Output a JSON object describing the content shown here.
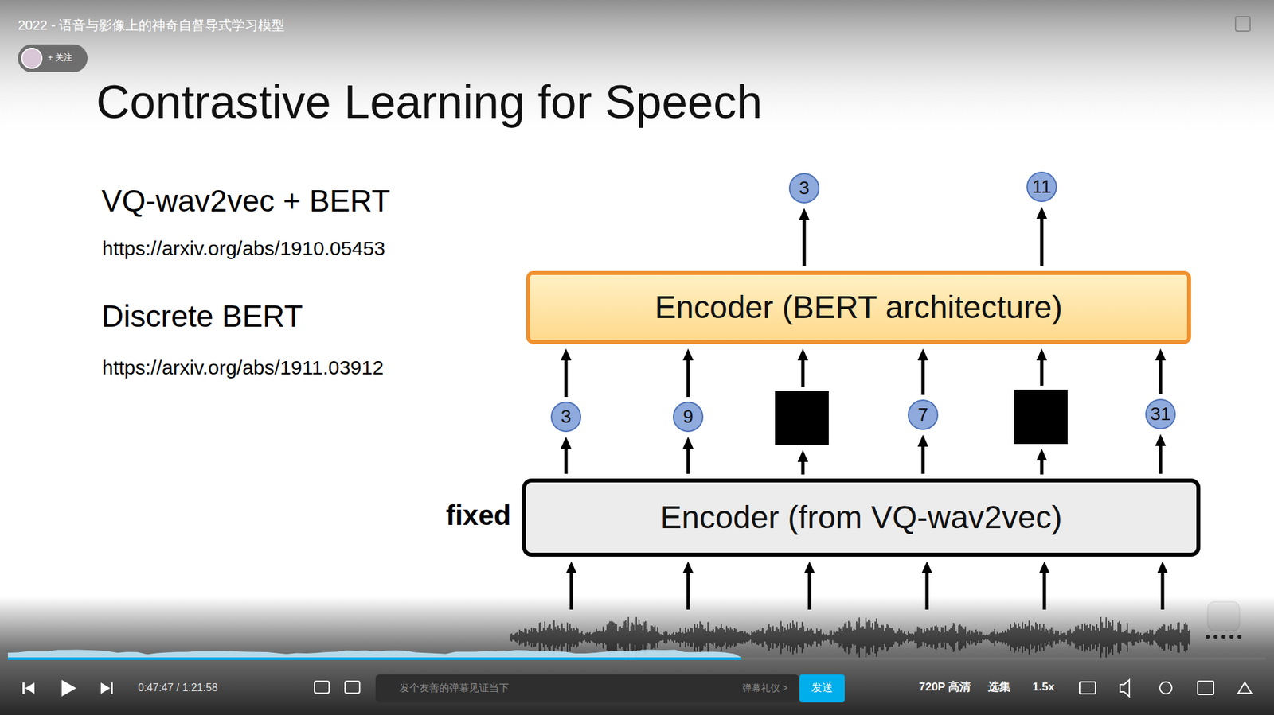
{
  "diagram": {
    "title": "Contrastive Learning for Speech",
    "nodes": [
      {
        "text": [
          "3"
        ]
      },
      {
        "text": [
          "11"
        ]
      },
      {
        "text": [
          "Encoder (BERT architecture)"
        ]
      },
      {
        "text": [
          "3"
        ]
      },
      {
        "text": [
          "9"
        ]
      },
      {
        "text": [
          "7"
        ]
      },
      {
        "text": [
          "31"
        ]
      },
      {
        "text": [
          "Encoder (from VQ-wav2vec)"
        ]
      }
    ],
    "edges": [
      {
        "from": 7,
        "to": 3,
        "arrow": "to"
      },
      {
        "from": 7,
        "to": 4,
        "arrow": "to"
      },
      {
        "from": 7,
        "to": 5,
        "arrow": "to"
      },
      {
        "from": 7,
        "to": 6,
        "arrow": "to"
      },
      {
        "from": 3,
        "to": 2,
        "arrow": "to"
      },
      {
        "from": 4,
        "to": 2,
        "arrow": "to"
      },
      {
        "from": 5,
        "to": 2,
        "arrow": "to"
      },
      {
        "from": 6,
        "to": 2,
        "arrow": "to"
      },
      {
        "from": 2,
        "to": 0,
        "arrow": "to"
      },
      {
        "from": 2,
        "to": 1,
        "arrow": "to"
      }
    ],
    "labels": [
      "2022 - 语音与影像上的神奇自督导式学习模型",
      "+ 关注",
      "VQ-wav2vec + BERT",
      "https://arxiv.org/abs/1910.05453",
      "Discrete BERT",
      "https://arxiv.org/abs/1911.03912",
      "fixed",
      "0:47:47 / 1:21:58",
      "发个友善的弹幕见证当下",
      "弹幕礼仪 >",
      "发送",
      "720P 高清",
      "选集",
      "1.5x"
    ]
  }
}
